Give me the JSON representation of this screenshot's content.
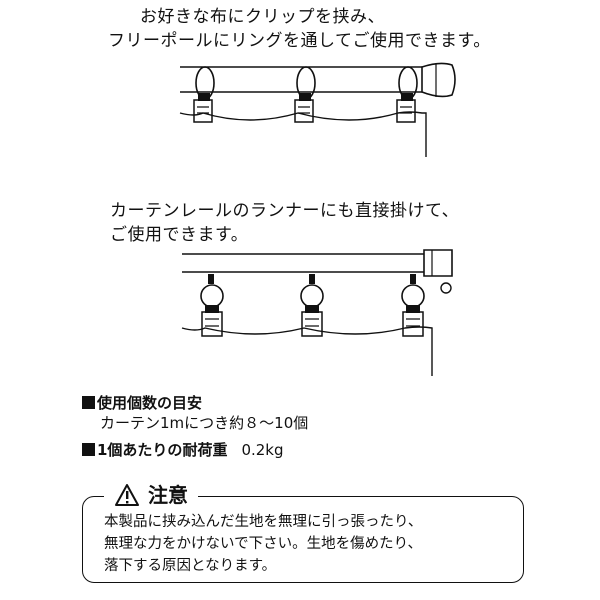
{
  "figure1": {
    "caption_lines": [
      "お好きな布にクリップを挟み、",
      "フリーポールにリングを通してご使用できます。"
    ]
  },
  "figure2": {
    "caption_lines": [
      "カーテンレールのランナーにも直接掛けて、",
      "ご使用できます。"
    ]
  },
  "specs": {
    "usage_heading": "使用個数の目安",
    "usage_value": "カーテン1mにつき約８～10個",
    "load_heading": "1個あたりの耐荷重",
    "load_value": "0.2kg"
  },
  "caution": {
    "title": "注意",
    "icon": "warning-triangle-icon",
    "lines": [
      "本製品に挟み込んだ生地を無理に引っ張ったり、",
      "無理な力をかけないで下さい。生地を傷めたり、",
      "落下する原因となります。"
    ]
  }
}
